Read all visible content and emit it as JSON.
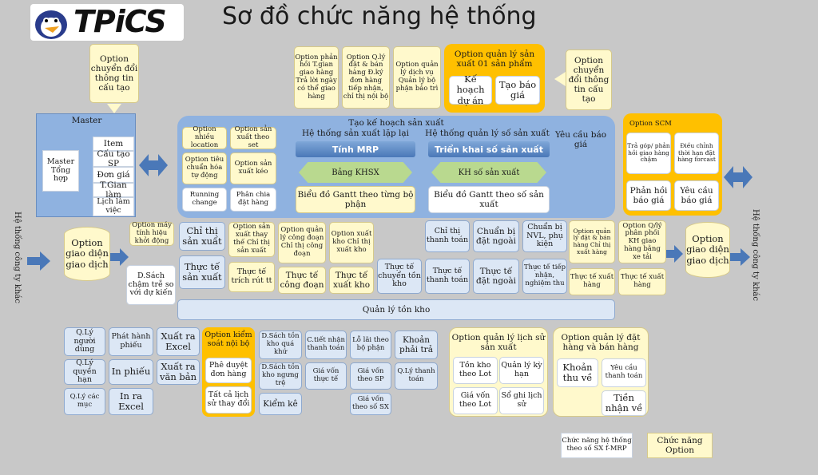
{
  "header": {
    "logo_text": "TPiCS",
    "title": "Sơ đồ chức năng hệ thống"
  },
  "top": {
    "conv_left": "Option chuyển đổi thông tin cấu tạo",
    "reply": "Option phản hồi T.gian giao hàng Trả lời ngày có thể giao hàng",
    "order_mgmt": "Option Q.lý đặt & bán hàng Đ.ký đơn hàng tiếp nhận, chỉ thị nội bộ",
    "service": "Option quản lý dịch vụ Quản lý bộ phận bảo trì",
    "single_title": "Option quản lý sản xuất 01 sản phẩm",
    "plan_project": "Kế hoạch dự án",
    "quote_create": "Tạo báo giá",
    "conv_right": "Option chuyển đổi thông tin cấu tạo"
  },
  "master": {
    "title": "Master",
    "summary": "Master Tổng hợp",
    "items": [
      "Item",
      "Cấu tạo SP",
      "Đơn giá",
      "T.Gian làm",
      "Lịch làm việc"
    ]
  },
  "planning": {
    "title": "Tạo kế hoạch sản xuất",
    "opt_location": "Option nhiều location",
    "opt_set": "Option sản xuất theo set",
    "opt_std": "Option tiêu chuẩn hóa tự động",
    "opt_pull": "Option sản xuất kéo",
    "running": "Running change",
    "assign": "Phân chia đặt hàng",
    "repeat_title": "Hệ thống sản xuất lặp lại",
    "mrp": "Tính MRP",
    "khsx": "Bảng KHSX",
    "gantt_dept": "Biểu đồ Gantt theo từng bộ phận",
    "lot_title": "Hệ thống quản lý số sản xuất",
    "lot_deploy": "Triển khai số sản xuất",
    "lot_plan": "KH số sản xuất",
    "gantt_lot": "Biểu đồ Gantt theo số sản xuất",
    "quote_req": "Yêu cầu báo giá"
  },
  "scm": {
    "title": "Option SCM",
    "installment": "Trả góp/ phản hồi giao hàng chậm",
    "adjust": "Điều chỉnh thời hạn đặt hàng forcast",
    "reply_quote": "Phản hồi báo giá",
    "request_quote": "Yêu cầu báo giá"
  },
  "side": {
    "left_label": "Hệ thống công ty khác",
    "right_label": "Hệ thống công ty khác",
    "if_left": "Option giao diện giao dịch",
    "if_right": "Option giao diện giao dịch"
  },
  "middle": {
    "opt_device": "Option máy tính hiệu khởi động",
    "delay_list": "D.Sách chậm trễ so với dự kiến",
    "cmd_prod": "Chỉ thị sản xuất",
    "act_prod": "Thực tế sản xuất",
    "opt_replace": "Option sản xuất thay thế Chỉ thị sản xuất",
    "act_extract": "Thực tế trích rút tt",
    "opt_process": "Option quản lý công đoạn Chỉ thị công đoạn",
    "act_process": "Thực tế công đoạn",
    "opt_warehouse": "Option xuất kho Chỉ thị xuất kho",
    "act_warehouse": "Thực tế xuất kho",
    "act_transfer": "Thực tế chuyển tồn kho",
    "cmd_pay": "Chỉ thị thanh toán",
    "act_pay": "Thực tế thanh toán",
    "prep_order": "Chuẩn bị đặt ngoài",
    "act_outsource": "Thực tế đặt ngoài",
    "prep_nvl": "Chuẩn bị NVL, phụ kiện",
    "act_receive": "Thực tế tiếp nhận, nghiệm thu",
    "opt_order_ship": "Option quản lý đặt & bán hàng Chỉ thị xuất hàng",
    "act_ship": "Thực tế xuất hàng",
    "opt_dist": "Option Q/lý phân phối KH giao hàng bằng xe tải",
    "act_ship2": "Thực tế xuất hàng",
    "inventory": "Quản lý tồn kho"
  },
  "bottom": {
    "users": "Q.Lý người dùng",
    "issue": "Phát hành phiếu",
    "excel_out": "Xuất ra Excel",
    "rights": "Q.Lý quyền hạn",
    "print": "In phiếu",
    "text_out": "Xuất ra văn bản",
    "items": "Q.Lý các mục",
    "excel_print": "In ra Excel",
    "internal_title": "Option kiểm soát nội bộ",
    "approve": "Phê duyệt đơn hàng",
    "history": "Tất cả lịch sử thay đổi",
    "overstock": "D.Sách tồn kho quá khứ",
    "cost_detail": "C.tiết nhận thanh toán",
    "loss_dept": "Lỗ lãi theo bộ phận",
    "payable": "Khoản phải trả",
    "stopped": "D.Sách tồn kho ngưng trệ",
    "cost_actual": "Giá vốn thực tế",
    "cost_sp": "Giá vốn theo SP",
    "pay_mgmt": "Q.Lý thanh toán",
    "inspect": "Kiểm kê",
    "cost_lot": "Giá vốn theo số SX",
    "hist_title": "Option quản lý lịch sử sản xuất",
    "stock_lot": "Tồn kho theo Lot",
    "expiry": "Quản lý kỳ hạn",
    "cost_by_lot": "Giá vốn theo Lot",
    "hist_book": "Sổ ghi lịch sử",
    "sales_title": "Option quản lý đặt hàng và bán hàng",
    "receivable": "Khoản thu về",
    "pay_req": "Yêu cầu thanh toán",
    "advance": "Tiền nhận về",
    "legend_lot": "Chức năng hệ thống theo số SX f-MRP",
    "legend_opt": "Chức năng Option"
  }
}
